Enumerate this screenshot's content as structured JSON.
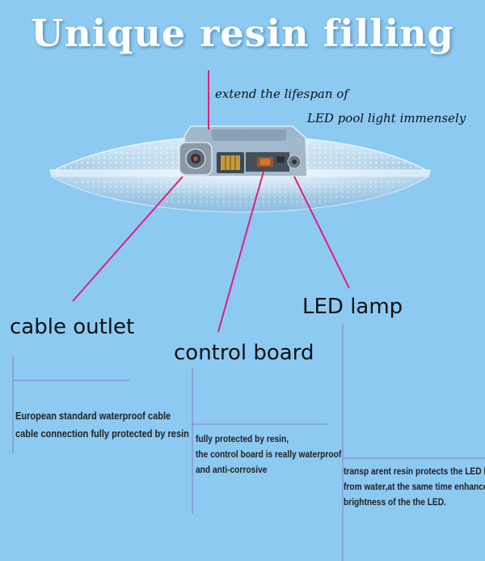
{
  "title": "Unique resin filling",
  "subtitle": {
    "line1": "extend the lifespan of",
    "line2": "LED pool light immensely"
  },
  "labels": {
    "cable_outlet": "cable outlet",
    "control_board": "control board",
    "led_lamp": "LED lamp"
  },
  "descriptions": {
    "cable": [
      "European standard waterproof cable",
      "cable connection fully protected by resin"
    ],
    "control": [
      "fully protected by resin,",
      "the control board is really waterproof",
      "and anti-corrosive"
    ],
    "led": [
      "transp arent resin protects the LED lamp",
      "from water,at the same time enhances the",
      "brightness of the the LED."
    ]
  },
  "colors": {
    "background": "#8ccaf2",
    "callout_line": "#e0207a",
    "guide_line": "#8a7fc4"
  }
}
